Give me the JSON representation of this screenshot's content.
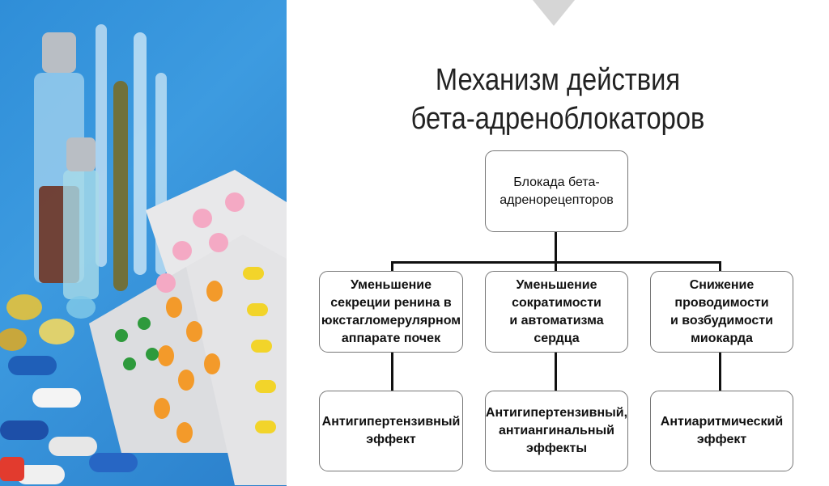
{
  "title": {
    "line1": "Механизм действия",
    "line2": "бета-адреноблокаторов"
  },
  "root": {
    "text": "Блокада бета-\nадренорецепторов"
  },
  "mechanisms": [
    {
      "text": "Уменьшение\nсекреции ренина в\nюкстагломерулярном\nаппарате почек"
    },
    {
      "text": "Уменьшение\nсократимости\nи автоматизма\nсердца"
    },
    {
      "text": "Снижение\nпроводимости\nи возбудимости\nмиокарда"
    }
  ],
  "effects": [
    {
      "text": "Антигипертензивный\nэффект"
    },
    {
      "text": "Антигипертензивный,\nантиангинальный\nэффекты"
    },
    {
      "text": "Антиаритмический\nэффект"
    }
  ],
  "photo": {
    "description_icon": "medicine-photo",
    "colors": {
      "background": "#2f8ed8"
    }
  }
}
